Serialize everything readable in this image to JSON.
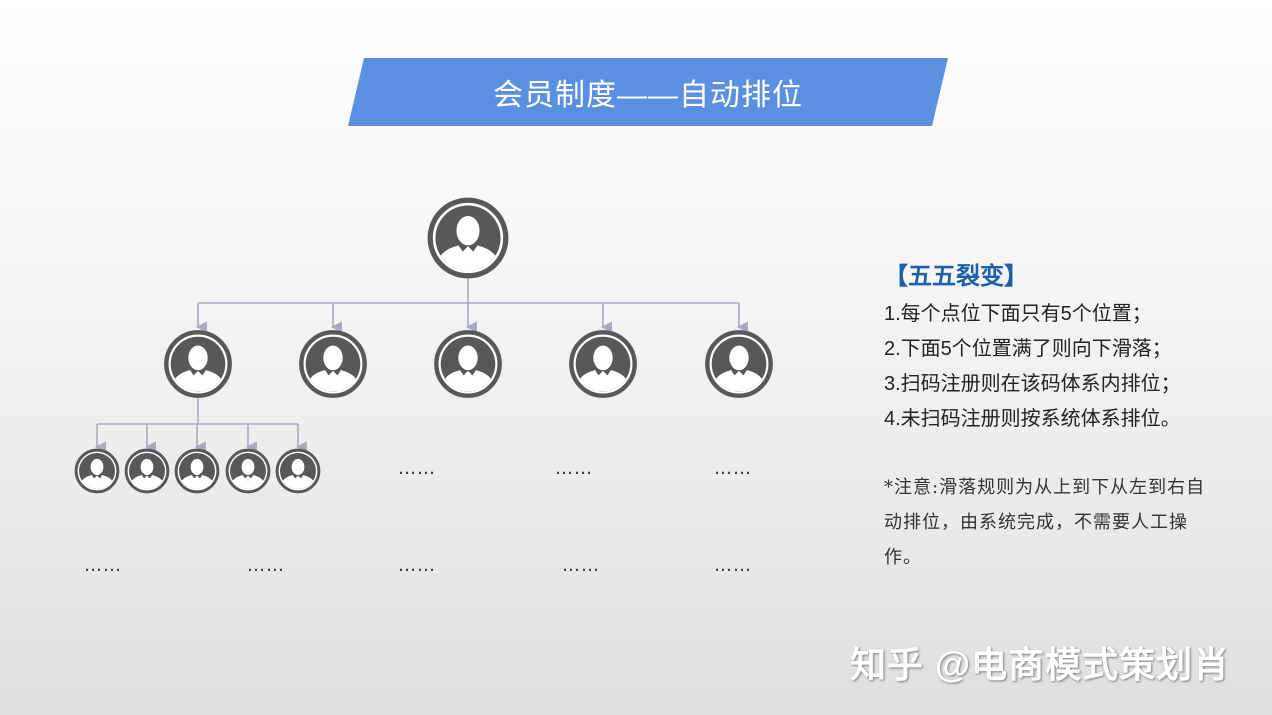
{
  "title": "会员制度——自动排位",
  "diagram": {
    "level3_ellipses": [
      "……",
      "……",
      "……"
    ],
    "level4_ellipses": [
      "……",
      "……",
      "……",
      "……",
      "……"
    ],
    "node_icon": "person-icon",
    "colors": {
      "node": "#58585a",
      "connector": "#a7abbd",
      "banner": "#5b8fe0",
      "section_title": "#1f5fa8"
    }
  },
  "panel": {
    "title": "【五五裂变】",
    "rules": [
      "1.每个点位下面只有5个位置；",
      "2.下面5个位置满了则向下滑落；",
      "3.扫码注册则在该码体系内排位；",
      "4.未扫码注册则按系统体系排位。"
    ],
    "note": "*注意:滑落规则为从上到下从左到右自动排位，由系统完成，不需要人工操作。"
  },
  "watermark": "知乎 @电商模式策划肖"
}
